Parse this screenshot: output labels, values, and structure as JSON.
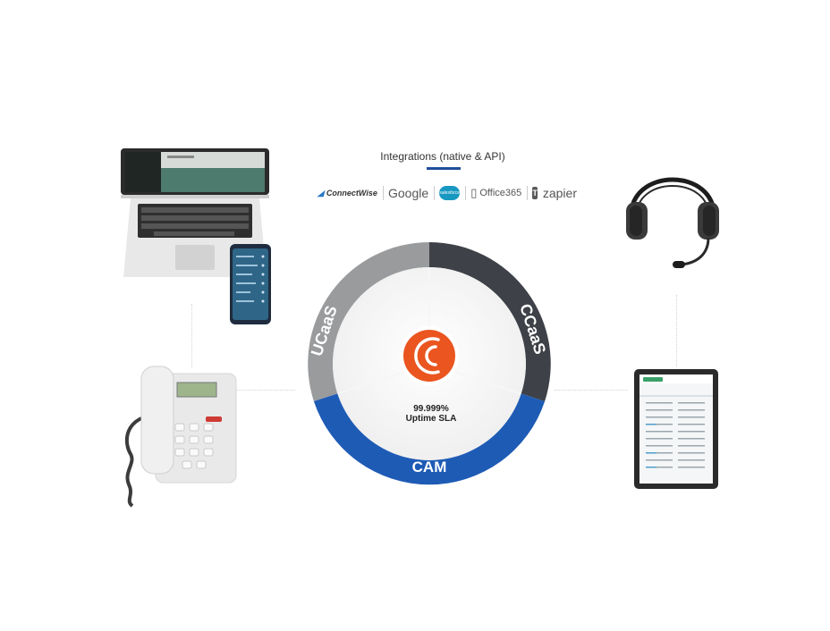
{
  "integrations": {
    "title": "Integrations (native & API)",
    "logos": [
      {
        "name": "ConnectWise",
        "text": "ConnectWise"
      },
      {
        "name": "Google",
        "text": "Google"
      },
      {
        "name": "salesforce",
        "text": "salesforce"
      },
      {
        "name": "Office 365",
        "text": "Office365"
      },
      {
        "name": "Teams",
        "text": "T"
      },
      {
        "name": "zapier",
        "text": "zapier"
      }
    ]
  },
  "ring": {
    "segments": [
      {
        "label": "UCaaS",
        "color": "#9a9b9d"
      },
      {
        "label": "CCaaS",
        "color": "#3e4147"
      },
      {
        "label": "CAM",
        "color": "#1e5bb5"
      }
    ],
    "center": {
      "logo_color": "#ea5520",
      "sla_value": "99.999%",
      "sla_label": "Uptime SLA"
    }
  },
  "devices": {
    "laptop": "laptop-icon",
    "phone": "mobile-phone-icon",
    "desk_phone": "desk-phone-icon",
    "headset": "headset-icon",
    "tablet": "tablet-icon"
  }
}
